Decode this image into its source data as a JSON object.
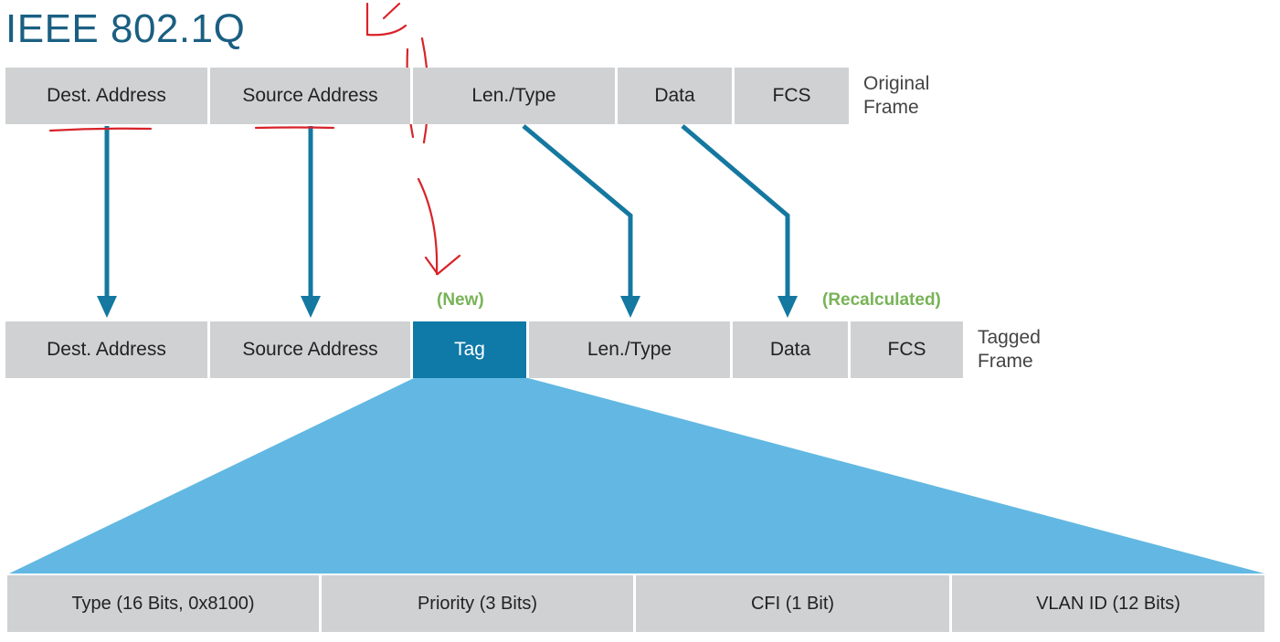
{
  "title": "IEEE 802.1Q",
  "original_frame": {
    "label_line1": "Original",
    "label_line2": "Frame",
    "fields": [
      "Dest. Address",
      "Source Address",
      "Len./Type",
      "Data",
      "FCS"
    ]
  },
  "tagged_frame": {
    "label_line1": "Tagged",
    "label_line2": "Frame",
    "fields": [
      "Dest. Address",
      "Source Address",
      "Tag",
      "Len./Type",
      "Data",
      "FCS"
    ]
  },
  "annotations": {
    "new": "(New)",
    "recalculated": "(Recalculated)"
  },
  "tag_fields": [
    "Type (16 Bits, 0x8100)",
    "Priority (3 Bits)",
    "CFI (1 Bit)",
    "VLAN ID (12 Bits)"
  ],
  "colors": {
    "title": "#1a5f82",
    "arrow": "#1478a0",
    "tag": "#0f79a8",
    "tag_wedge": "#62b8e2",
    "annotation_green": "#77b356",
    "handwriting_red": "#d8232a",
    "field_gray": "#cfd1d3"
  }
}
